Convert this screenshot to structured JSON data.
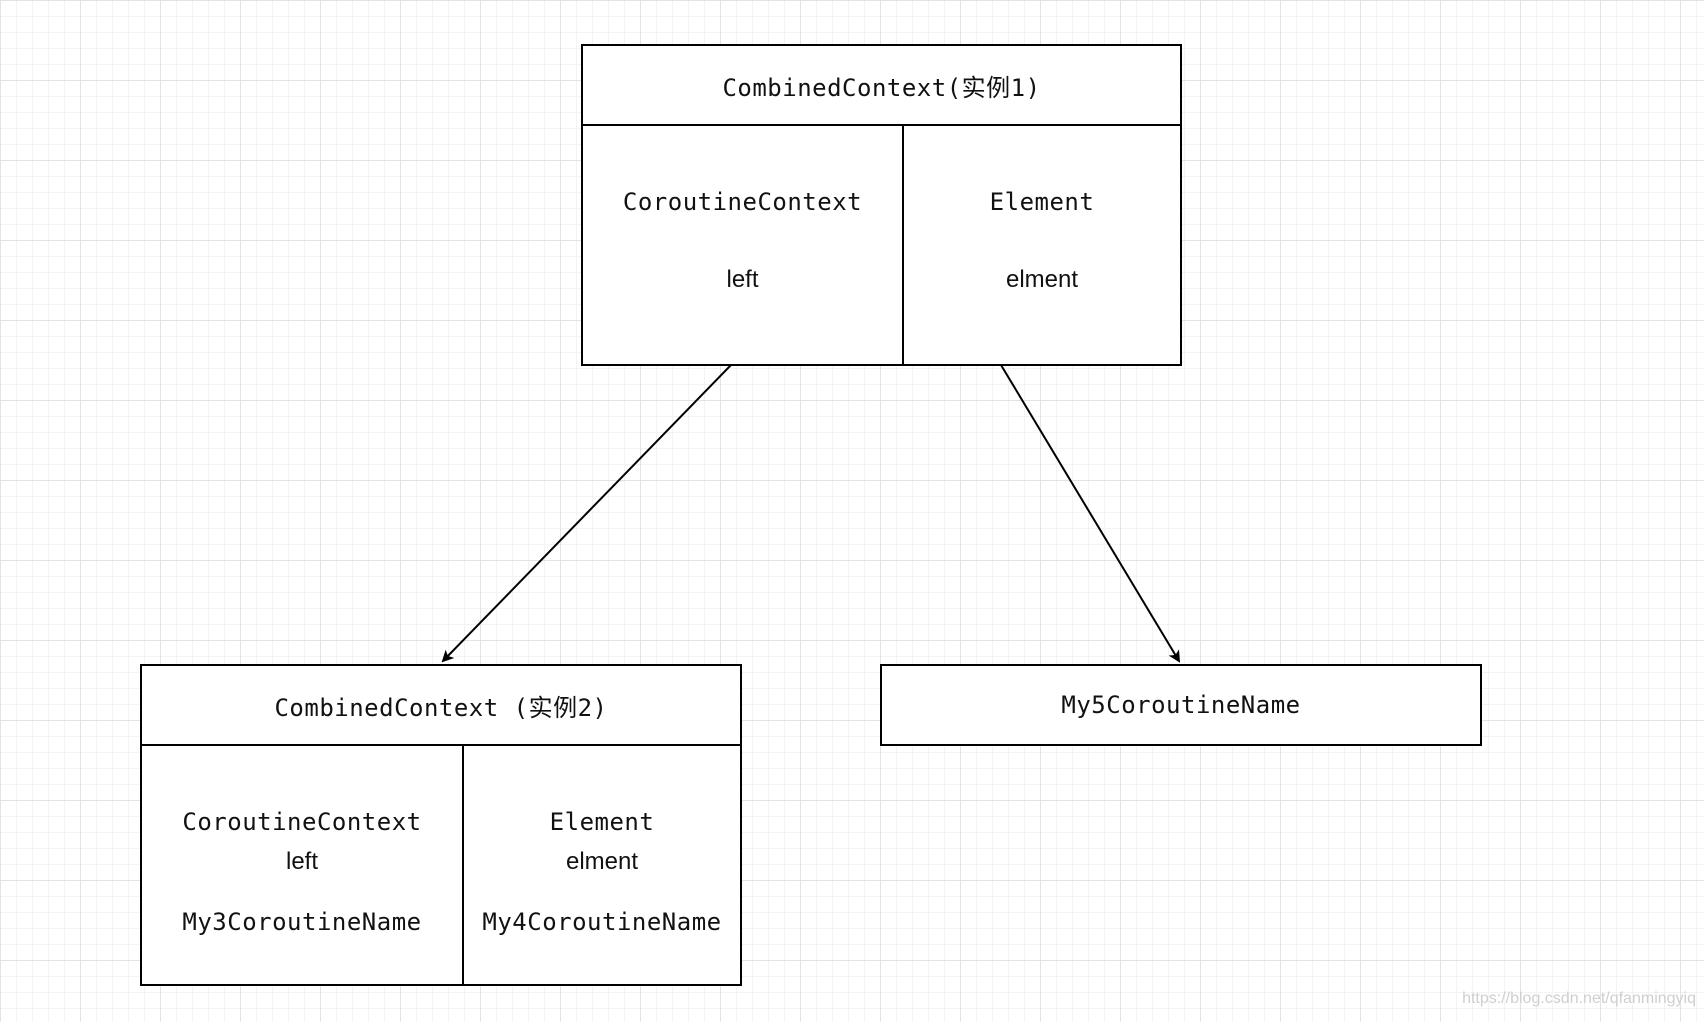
{
  "diagram": {
    "top_box": {
      "title": "CombinedContext(实例1)",
      "left_cell": {
        "type_label": "CoroutineContext",
        "field_label": "left"
      },
      "right_cell": {
        "type_label": "Element",
        "field_label": "elment"
      }
    },
    "bottom_left_box": {
      "title": "CombinedContext (实例2)",
      "left_cell": {
        "type_label": "CoroutineContext",
        "field_label": "left",
        "value": "My3CoroutineName"
      },
      "right_cell": {
        "type_label": "Element",
        "field_label": "elment",
        "value": "My4CoroutineName"
      }
    },
    "bottom_right_box": {
      "title": "My5CoroutineName"
    }
  },
  "watermark": "https://blog.csdn.net/qfanmingyiq",
  "colors": {
    "stroke": "#000000",
    "grid_major": "#e3e3e3",
    "grid_minor": "#f3f3f3",
    "background": "#ffffff"
  }
}
